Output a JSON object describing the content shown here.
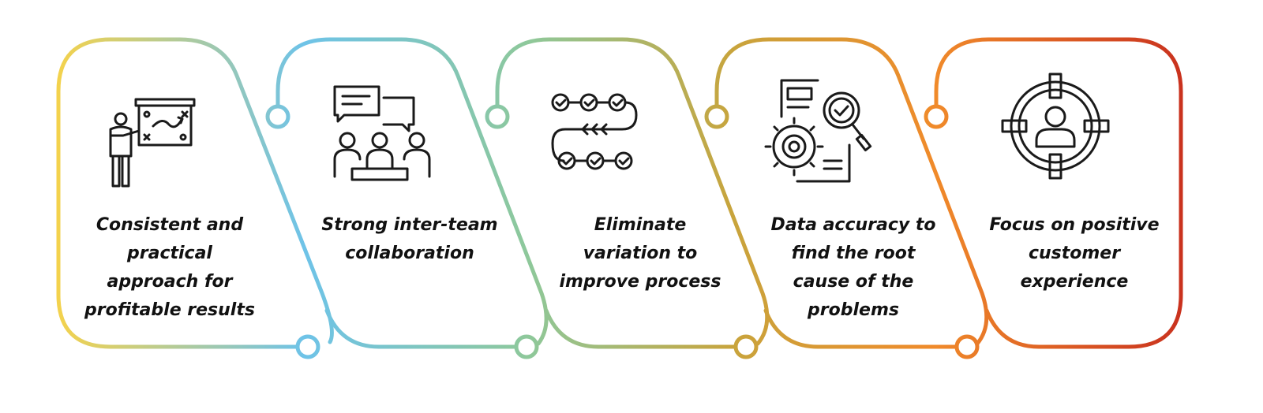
{
  "colors": {
    "gradient": [
      "#f5d24b",
      "#6ec3e8",
      "#8ec89a",
      "#c8a43c",
      "#f08a2a",
      "#c9311e"
    ],
    "text": "#111111",
    "icon_stroke": "#1a1a1a"
  },
  "steps": [
    {
      "icon": "strategy-board-presenter-icon",
      "caption": "Consistent and\npractical\napproach for\nprofitable results"
    },
    {
      "icon": "team-meeting-chat-icon",
      "caption": "Strong inter-team\ncollaboration"
    },
    {
      "icon": "process-checklist-flow-icon",
      "caption": "Eliminate\nvariation to\nimprove process"
    },
    {
      "icon": "data-analysis-gear-magnifier-icon",
      "caption": "Data accuracy to\nfind the root\ncause of the\nproblems"
    },
    {
      "icon": "customer-target-icon",
      "caption": "Focus on positive\ncustomer\nexperience"
    }
  ]
}
